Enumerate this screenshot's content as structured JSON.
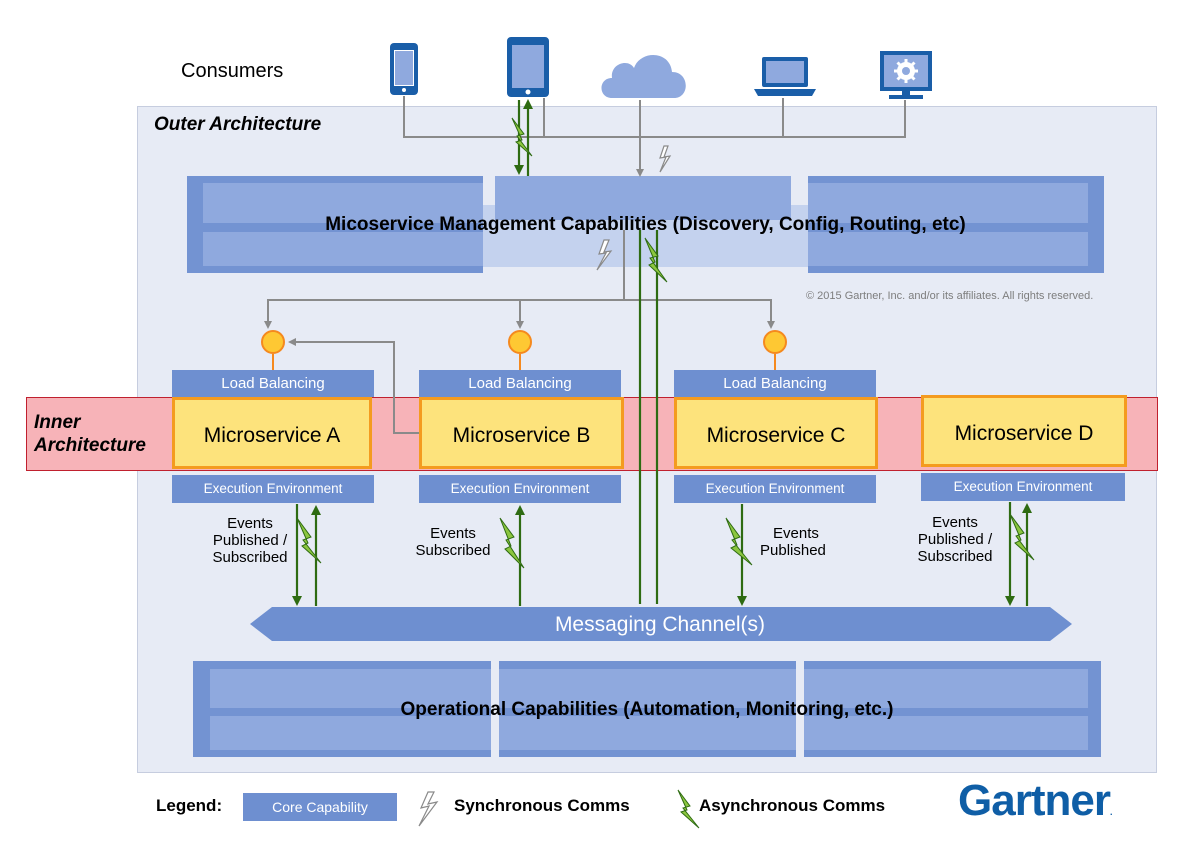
{
  "labels": {
    "consumers": "Consumers",
    "outer_architecture": "Outer Architecture",
    "inner_architecture_line1": "Inner",
    "inner_architecture_line2": "Architecture",
    "copyright": "© 2015 Gartner, Inc. and/or its affiliates. All rights reserved."
  },
  "management_bar": {
    "title": "Micoservice Management Capabilities (Discovery, Config, Routing, etc)"
  },
  "operational_bar": {
    "title": "Operational Capabilities (Automation, Monitoring, etc.)"
  },
  "messaging_channel": {
    "label": "Messaging Channel(s)"
  },
  "microservices": [
    {
      "name": "Microservice A",
      "load_balancing": "Load Balancing",
      "execution_env": "Execution Environment",
      "events": [
        "Events",
        "Published /",
        "Subscribed"
      ]
    },
    {
      "name": "Microservice B",
      "load_balancing": "Load Balancing",
      "execution_env": "Execution Environment",
      "events": [
        "Events",
        "Subscribed"
      ]
    },
    {
      "name": "Microservice C",
      "load_balancing": "Load Balancing",
      "execution_env": "Execution Environment",
      "events": [
        "Events",
        "Published"
      ]
    },
    {
      "name": "Microservice D",
      "execution_env": "Execution Environment",
      "events": [
        "Events",
        "Published /",
        "Subscribed"
      ]
    }
  ],
  "consumer_icons": [
    "smartphone-icon",
    "tablet-icon",
    "cloud-icon",
    "laptop-icon",
    "desktop-settings-icon"
  ],
  "legend": {
    "label": "Legend:",
    "core_capability": "Core Capability",
    "synchronous": "Synchronous Comms",
    "asynchronous": "Asynchronous Comms"
  },
  "logo": {
    "text": "Gartner",
    "mark": "."
  },
  "colors": {
    "capability_blue": "#6e8fd0",
    "outer_bg": "#e7ebf5",
    "inner_band": "#f7b3b8",
    "inner_border": "#c0202e",
    "microservice_fill": "#fde37c",
    "microservice_border": "#f49b1f",
    "async_bolt": "#8cc63f",
    "async_line": "#2e6b12",
    "sync_line": "#8a8a8a",
    "brand_blue": "#0f5ea6"
  }
}
